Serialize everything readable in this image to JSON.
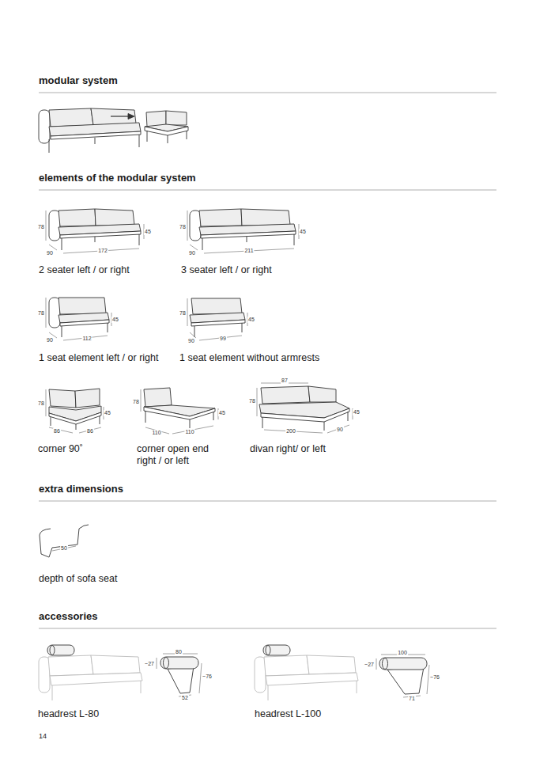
{
  "diagram": {
    "labels": [
      "modular system",
      "elements of the modular system",
      "78",
      "45",
      "90",
      "172",
      "2 seater left / or right",
      "78",
      "45",
      "90",
      "211",
      "3 seater left / or right",
      "78",
      "45",
      "90",
      "112",
      "1 seat element left / or right",
      "78",
      "45",
      "90",
      "99",
      "1 seat element without armrests",
      "78",
      "45",
      "86",
      "86",
      "corner 90˚",
      "78",
      "45",
      "110",
      "110",
      "corner open end right / or left",
      "87",
      "78",
      "45",
      "200",
      "90",
      "divan right/ or left",
      "extra dimensions",
      "50",
      "depth of sofa seat",
      "accessories",
      "80",
      "~27",
      "~76",
      "52",
      "headrest L-80",
      "100",
      "~27",
      "~76",
      "71",
      "headrest L-100",
      "14"
    ]
  }
}
